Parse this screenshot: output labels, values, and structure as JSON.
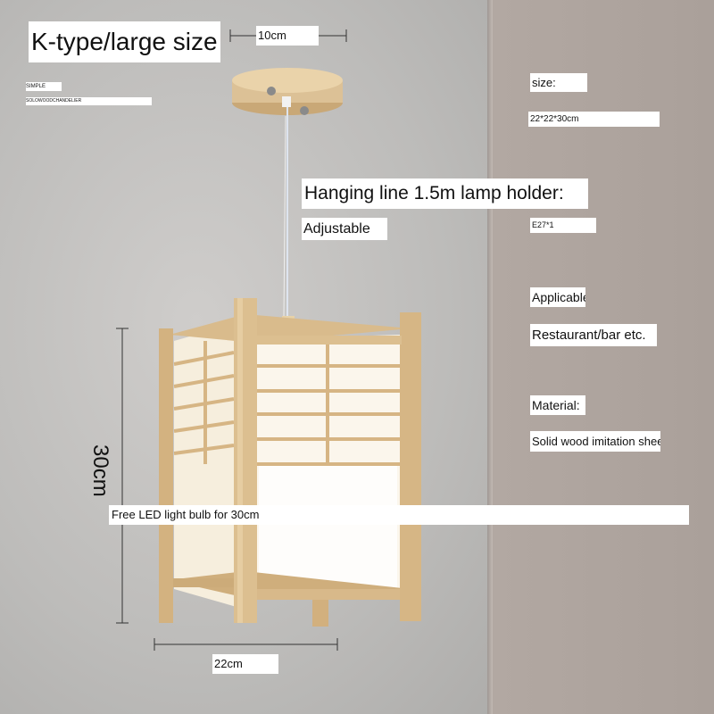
{
  "title": "K-type/large size",
  "brand": {
    "line1": "SIMPLE",
    "line2": "SOLOWOODCHANDELIER"
  },
  "dimensions": {
    "top_width": "10cm",
    "height": "30cm",
    "base_width": "22cm"
  },
  "callouts": {
    "hanging_line": "Hanging line 1.5m lamp holder:",
    "adjustable": "Adjustable",
    "led_note": "Free LED light bulb for 30cm"
  },
  "specs": {
    "size_label": "size:",
    "size_value": "22*22*30cm",
    "holder_value": "E27*1",
    "applicable_label": "Applicable to:",
    "applicable_value": "Restaurant/bar etc.",
    "material_label": "Material:",
    "material_value": "Solid wood   imitation sheepskin"
  },
  "colors": {
    "wall": "#c4c3c1",
    "panel": "#aea49e",
    "wood": "#d8b98a",
    "shade": "#fbf6ec"
  }
}
